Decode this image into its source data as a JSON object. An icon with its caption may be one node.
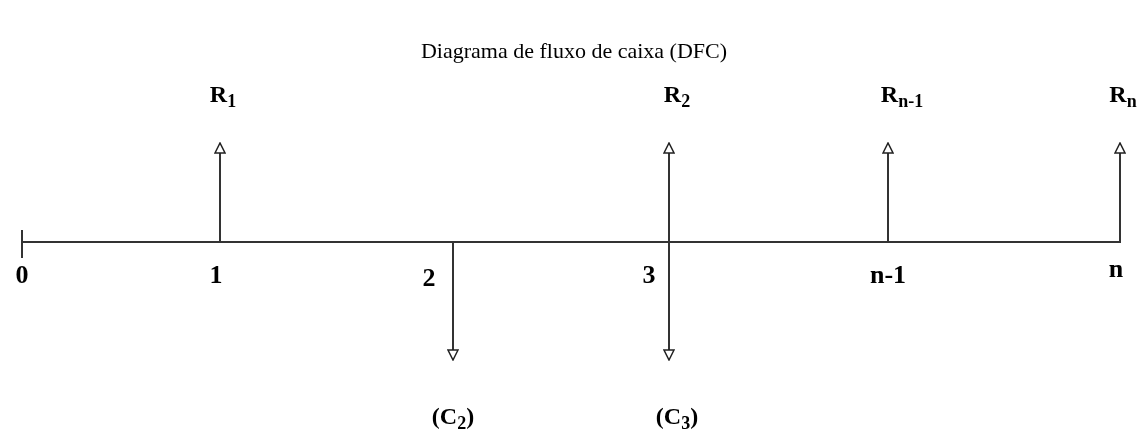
{
  "diagram": {
    "title": "Diagrama de fluxo de caixa (DFC)",
    "nodes": [
      {
        "text": [
          "R$_{1}$"
        ]
      },
      {
        "text": [
          "R$_{2}$"
        ]
      },
      {
        "text": [
          "R$_{n-1}$"
        ]
      },
      {
        "text": [
          "R$_{n}$"
        ]
      },
      {
        "text": [
          "(C$_{2}$)"
        ]
      },
      {
        "text": [
          "(C$_{3}$)"
        ]
      },
      {
        "text": [],
        "shape": "line"
      }
    ],
    "edges": [
      {
        "from": 6,
        "to": 0,
        "arrow": "to"
      },
      {
        "from": 6,
        "to": 1,
        "arrow": "to"
      },
      {
        "from": 6,
        "to": 2,
        "arrow": "to"
      },
      {
        "from": 6,
        "to": 3,
        "arrow": "to"
      },
      {
        "from": 6,
        "to": 4,
        "arrow": "to"
      },
      {
        "from": 6,
        "to": 5,
        "arrow": "to"
      }
    ],
    "labels": [
      "0",
      "1",
      "2",
      "3",
      "n-1",
      "n"
    ]
  }
}
